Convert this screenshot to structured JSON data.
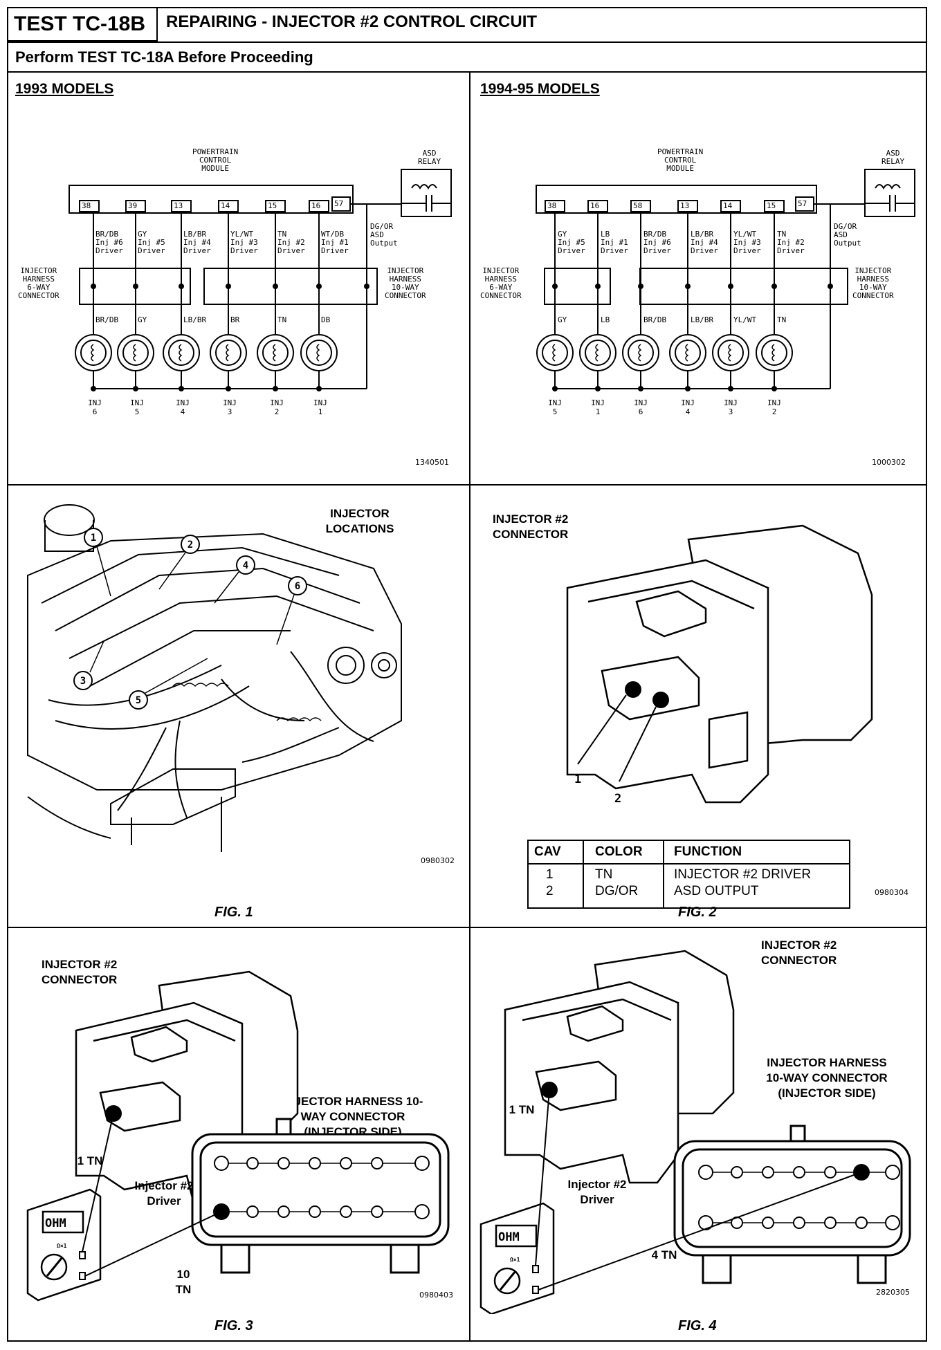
{
  "header": {
    "test_id": "TEST TC-18B",
    "title": "REPAIRING - INJECTOR #2 CONTROL CIRCUIT",
    "subtitle": "Perform TEST TC-18A Before Proceeding"
  },
  "panel_1993": {
    "heading": "1993 MODELS",
    "pcm_label": [
      "POWERTRAIN",
      "CONTROL",
      "MODULE"
    ],
    "asd_label": [
      "ASD",
      "RELAY"
    ],
    "pins": [
      "38",
      "39",
      "13",
      "14",
      "15",
      "16",
      "57"
    ],
    "circuits": [
      [
        "BR/DB",
        "Inj #6",
        "Driver"
      ],
      [
        "GY",
        "Inj #5",
        "Driver"
      ],
      [
        "LB/BR",
        "Inj #4",
        "Driver"
      ],
      [
        "YL/WT",
        "Inj #3",
        "Driver"
      ],
      [
        "TN",
        "Inj #2",
        "Driver"
      ],
      [
        "WT/DB",
        "Inj #1",
        "Driver"
      ]
    ],
    "asd_output": [
      "DG/OR",
      "ASD",
      "Output"
    ],
    "connector_6way": [
      "INJECTOR",
      "HARNESS",
      "6-WAY",
      "CONNECTOR"
    ],
    "connector_10way": [
      "INJECTOR",
      "HARNESS",
      "10-WAY",
      "CONNECTOR"
    ],
    "wire_colors": [
      "BR/DB",
      "GY",
      "LB/BR",
      "BR",
      "TN",
      "DB"
    ],
    "injectors": [
      "INJ 6",
      "INJ 5",
      "INJ 4",
      "INJ 3",
      "INJ 2",
      "INJ 1"
    ],
    "ref": "1340501"
  },
  "panel_1994": {
    "heading": "1994-95 MODELS",
    "pcm_label": [
      "POWERTRAIN",
      "CONTROL",
      "MODULE"
    ],
    "asd_label": [
      "ASD",
      "RELAY"
    ],
    "pins": [
      "38",
      "16",
      "58",
      "13",
      "14",
      "15",
      "57"
    ],
    "circuits": [
      [
        "GY",
        "Inj #5",
        "Driver"
      ],
      [
        "LB",
        "Inj #1",
        "Driver"
      ],
      [
        "BR/DB",
        "Inj #6",
        "Driver"
      ],
      [
        "LB/BR",
        "Inj #4",
        "Driver"
      ],
      [
        "YL/WT",
        "Inj #3",
        "Driver"
      ],
      [
        "TN",
        "Inj #2",
        "Driver"
      ]
    ],
    "asd_output": [
      "DG/OR",
      "ASD",
      "Output"
    ],
    "connector_6way": [
      "INJECTOR",
      "HARNESS",
      "6-WAY",
      "CONNECTOR"
    ],
    "connector_10way": [
      "INJECTOR",
      "HARNESS",
      "10-WAY",
      "CONNECTOR"
    ],
    "wire_colors": [
      "GY",
      "LB",
      "BR/DB",
      "LB/BR",
      "YL/WT",
      "TN"
    ],
    "injectors": [
      "INJ 5",
      "INJ 1",
      "INJ 6",
      "INJ 4",
      "INJ 3",
      "INJ 2"
    ],
    "ref": "1000302"
  },
  "fig1": {
    "label": "FIG. 1",
    "title": "INJECTOR LOCATIONS",
    "callouts": [
      "1",
      "2",
      "3",
      "4",
      "5",
      "6"
    ],
    "ref": "0980302"
  },
  "fig2": {
    "label": "FIG. 2",
    "title": "INJECTOR #2 CONNECTOR",
    "callouts": [
      "1",
      "2"
    ],
    "table": {
      "headers": [
        "CAV",
        "COLOR",
        "FUNCTION"
      ],
      "rows": [
        [
          "1",
          "TN",
          "INJECTOR #2 DRIVER"
        ],
        [
          "2",
          "DG/OR",
          "ASD OUTPUT"
        ]
      ]
    },
    "ref": "0980304"
  },
  "fig3": {
    "label": "FIG. 3",
    "connector_title": "INJECTOR #2 CONNECTOR",
    "harness_title": "INJECTOR HARNESS 10-WAY CONNECTOR (INJECTOR SIDE)",
    "probe_a": "1 TN",
    "probe_b": "10 TN",
    "circuit": "Injector #2 Driver",
    "meter": "OHM",
    "meter_range": "Ω×1",
    "ref": "0980403"
  },
  "fig4": {
    "label": "FIG. 4",
    "connector_title": "INJECTOR #2 CONNECTOR",
    "harness_title": "INJECTOR HARNESS 10-WAY CONNECTOR (INJECTOR SIDE)",
    "probe_a": "1 TN",
    "probe_b": "4 TN",
    "circuit": "Injector #2 Driver",
    "meter": "OHM",
    "meter_range": "Ω×1",
    "ref": "2820305"
  }
}
